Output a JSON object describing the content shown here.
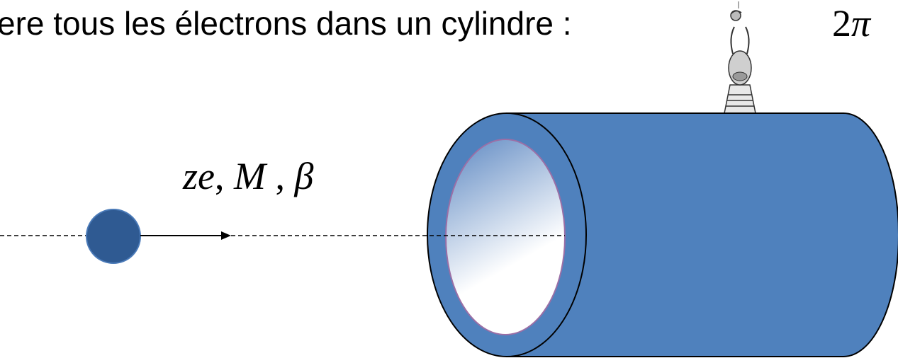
{
  "slide": {
    "caption": "ere tous les électrons dans un cylindre :",
    "formula_start_number": "2",
    "formula_start_symbol": "π",
    "particle_symbols": {
      "charge": "ze",
      "mass": "M",
      "velocity": "β",
      "separator": ","
    }
  },
  "colors": {
    "cylinder_fill": "#4f81bd",
    "cylinder_outline": "#000000",
    "particle_fill": "#2f5a92",
    "particle_edge": "#4a7ab8",
    "inner_face_top": "#5d88c2",
    "inner_face_bottom": "#ffffff",
    "inner_face_outline": "#9b6fa6",
    "line_color": "#000000"
  },
  "icons": {
    "decoration": "cartoon-figure"
  }
}
